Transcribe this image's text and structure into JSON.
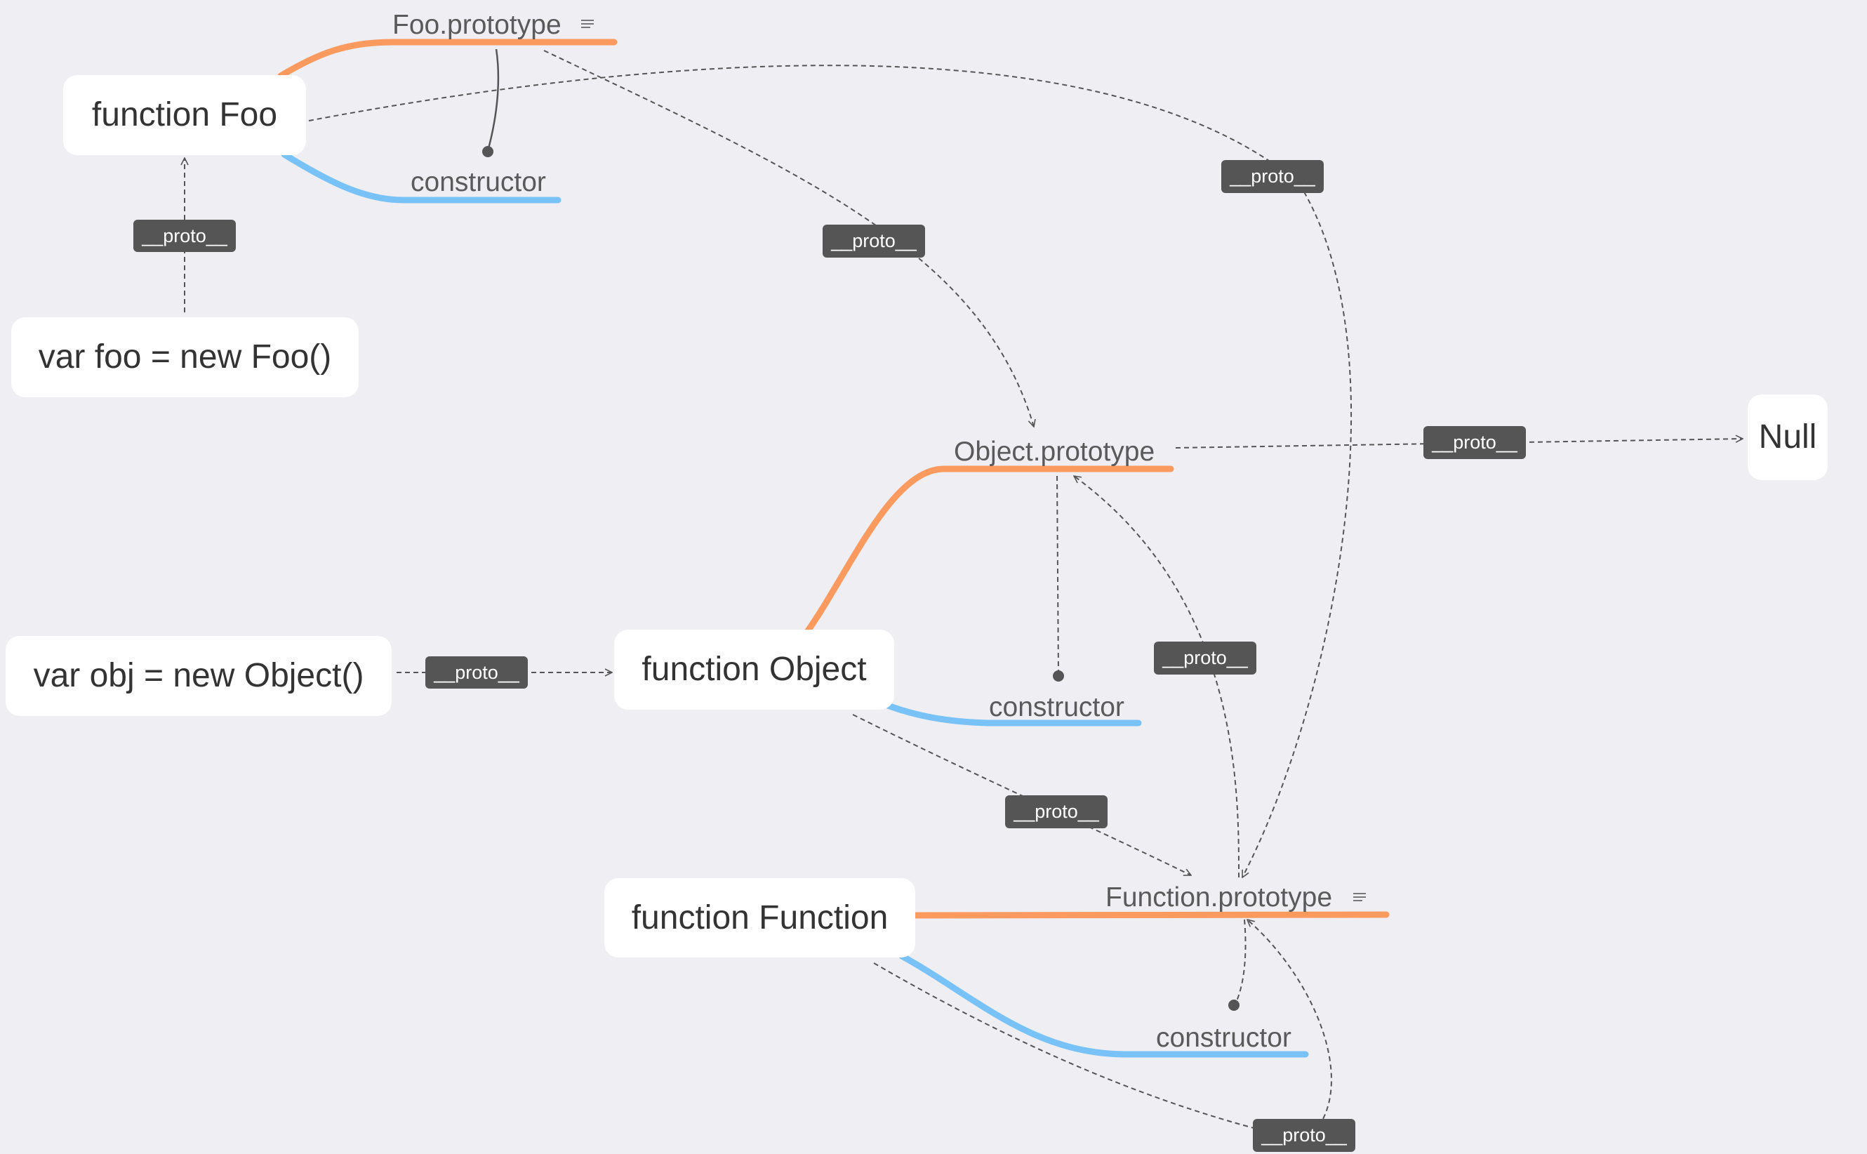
{
  "nodes": {
    "function_foo": "function Foo",
    "var_foo": "var foo = new Foo()",
    "var_obj": "var obj = new Object()",
    "function_object": "function Object",
    "function_function": "function Function",
    "null_node": "Null"
  },
  "topics": {
    "foo_prototype": "Foo.prototype",
    "foo_constructor": "constructor",
    "object_prototype": "Object.prototype",
    "object_constructor": "constructor",
    "function_prototype": "Function.prototype",
    "function_constructor": "constructor"
  },
  "relationship_label": "__proto__",
  "icons": {
    "note": "note-icon"
  },
  "colors": {
    "background": "#efeff3",
    "prototype_branch": "#fb9a5e",
    "constructor_branch": "#78c2f8",
    "relationship_line": "#555555",
    "label_bg": "#555555"
  }
}
